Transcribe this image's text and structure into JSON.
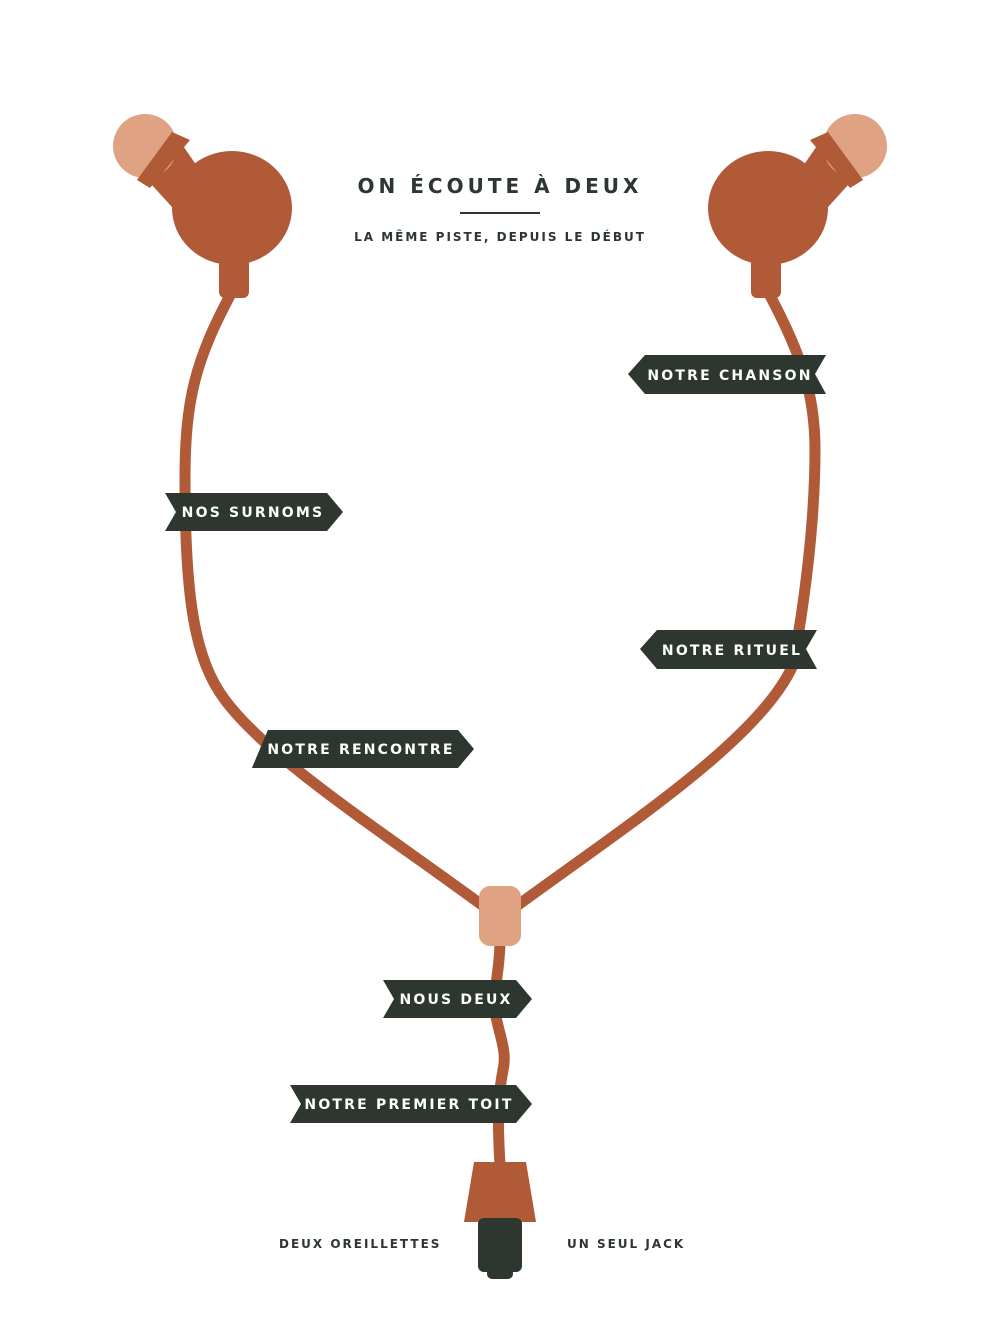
{
  "header": {
    "title": "ON ÉCOUTE À DEUX",
    "subtitle": "LA MÊME PISTE, DEPUIS LE DÉBUT"
  },
  "labels": {
    "notre_chanson": "NOTRE CHANSON",
    "nos_surnoms": "NOS SURNOMS",
    "notre_rituel": "NOTRE RITUEL",
    "notre_rencontre": "NOTRE RENCONTRE",
    "nous_deux": "NOUS DEUX",
    "notre_premier_toit": "NOTRE PREMIER TOIT"
  },
  "footer": {
    "left": "DEUX OREILLETTES",
    "right": "UN SEUL JACK"
  },
  "colors": {
    "cable": "#b05a38",
    "earbud_tip": "#dfa283",
    "label_bg": "#2e3630",
    "label_text": "#ffffff",
    "text": "#2e3630"
  }
}
